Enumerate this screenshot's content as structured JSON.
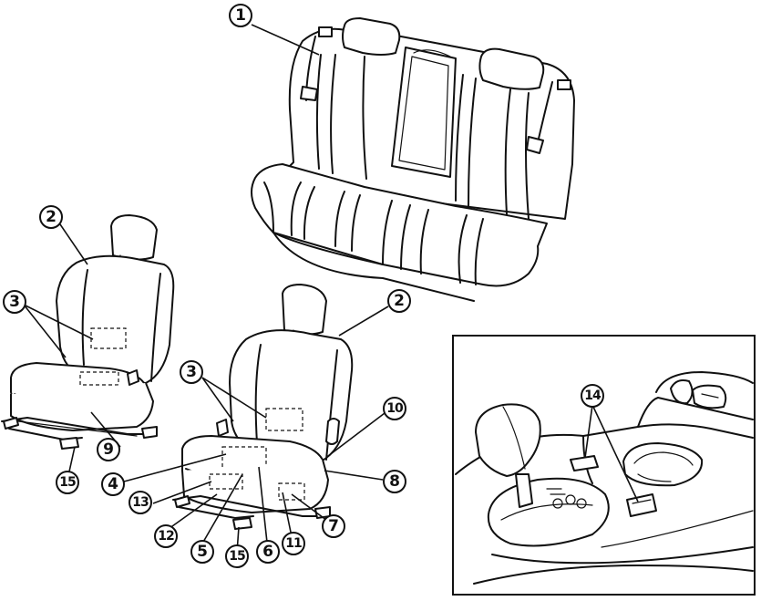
{
  "callouts": {
    "c1": "1",
    "c2a": "2",
    "c2b": "2",
    "c3a": "3",
    "c3b": "3",
    "c4": "4",
    "c5": "5",
    "c6": "6",
    "c7": "7",
    "c8": "8",
    "c9": "9",
    "c10": "10",
    "c11": "11",
    "c12": "12",
    "c13": "13",
    "c14": "14",
    "c15a": "15",
    "c15b": "15"
  }
}
